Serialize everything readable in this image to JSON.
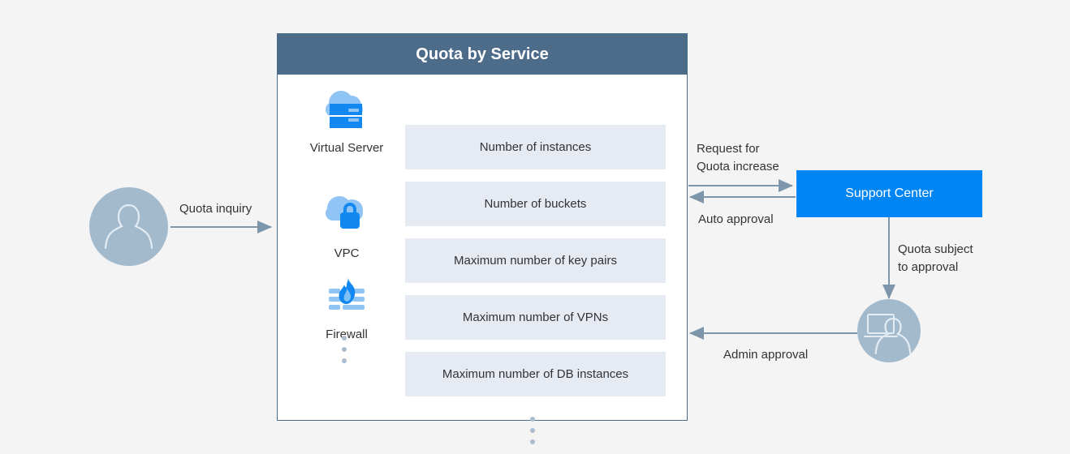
{
  "background_color": "#f4f4f4",
  "panel": {
    "title": "Quota by Service",
    "header_color": "#4c6c8a",
    "border_color": "#4a6d8c",
    "services": [
      {
        "label": "Virtual\nServer",
        "icon": "cloud-server-icon"
      },
      {
        "label": "VPC",
        "icon": "cloud-lock-icon"
      },
      {
        "label": "Firewall",
        "icon": "flame-brick-icon"
      }
    ],
    "service_more": "vertical-ellipsis",
    "quota_rows": [
      "Number of instances",
      "Number of buckets",
      "Maximum number of key pairs",
      "Maximum number of VPNs",
      "Maximum number of DB instances"
    ],
    "quota_more": "vertical-ellipsis",
    "row_color": "#e6eaf3"
  },
  "actors": {
    "user": {
      "name": "user-avatar",
      "color": "#a3bacd"
    },
    "admin": {
      "name": "admin-avatar",
      "color": "#a3bacd"
    }
  },
  "support_center": {
    "label": "Support Center",
    "color": "#0085f5",
    "text_color": "#ffffff"
  },
  "connectors": {
    "quota_inquiry": "Quota inquiry",
    "request_increase": "Request for\nQuota increase",
    "auto_approval": "Auto approval",
    "quota_subject": "Quota subject\nto approval",
    "admin_approval": "Admin approval",
    "line_color": "#7e96ab"
  }
}
